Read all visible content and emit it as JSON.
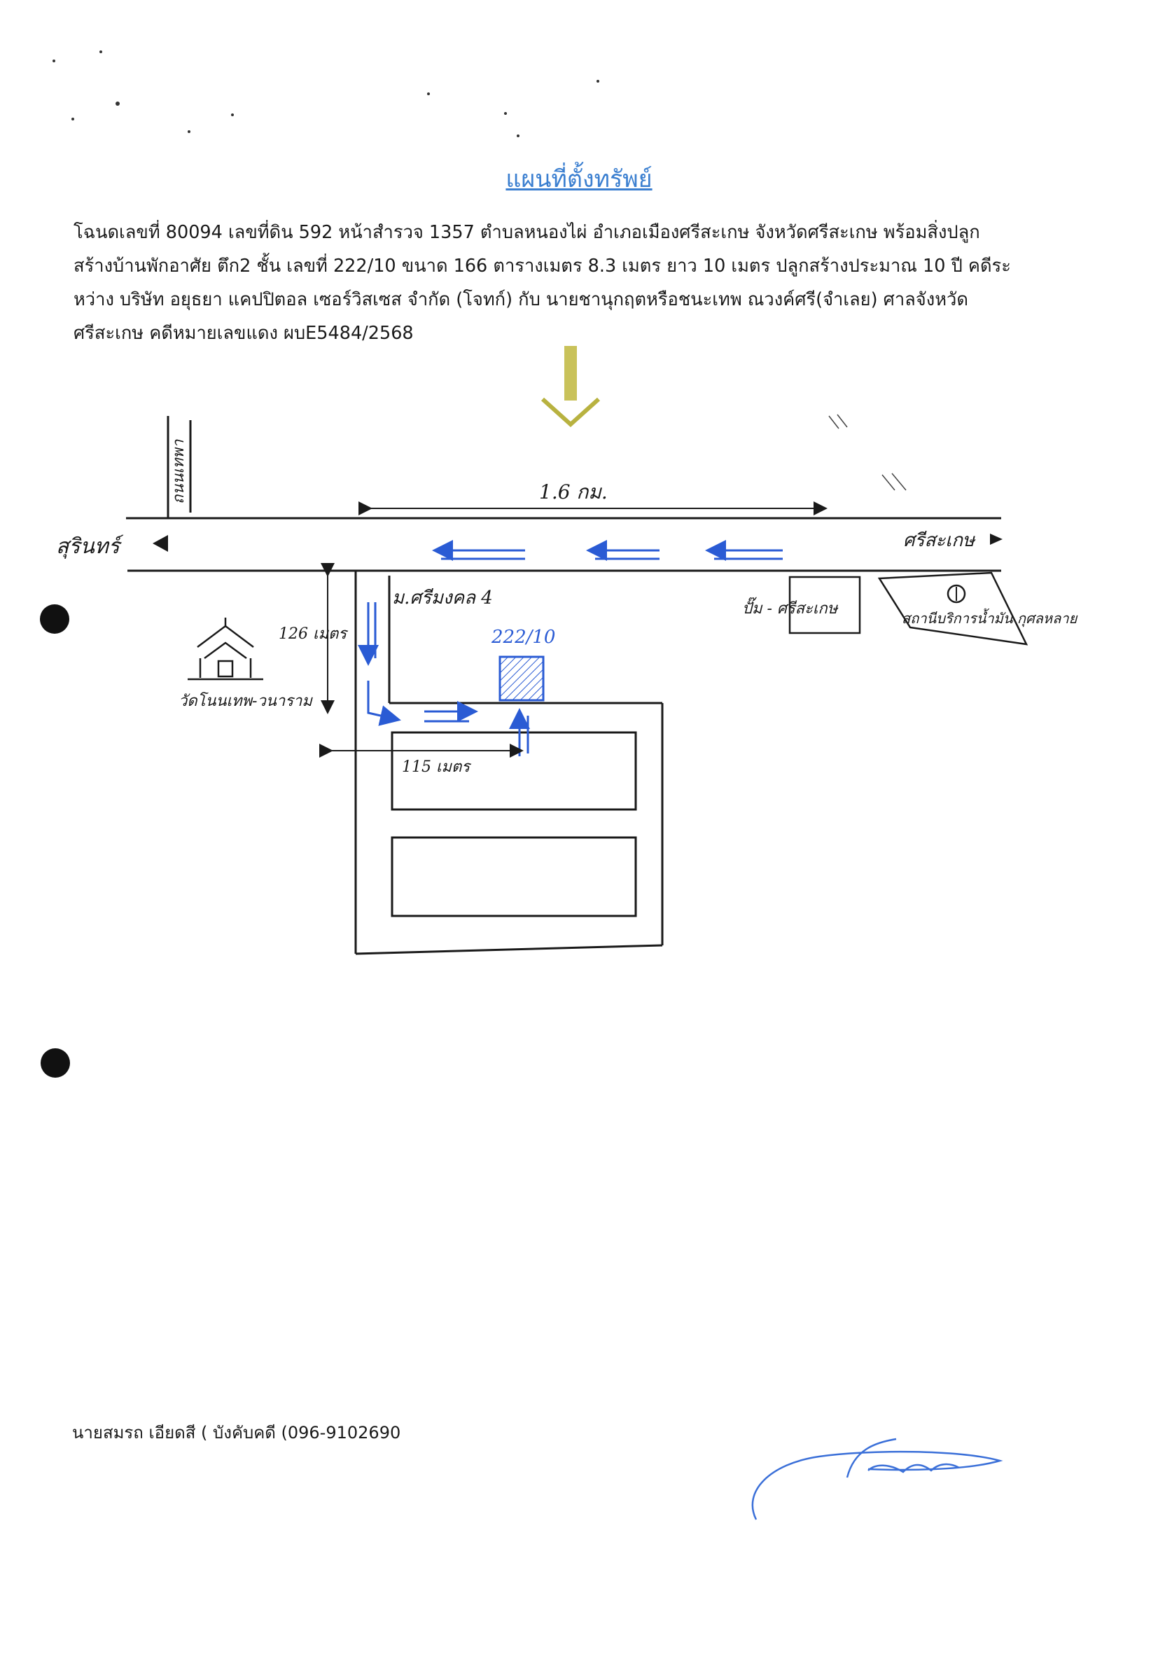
{
  "document": {
    "title": "แผนที่ตั้งทรัพย์",
    "description_lines": [
      "โฉนดเลขที่ 80094 เลขที่ดิน 592 หน้าสำรวจ 1357 ตำบลหนองไผ่ อำเภอเมืองศรีสะเกษ จังหวัดศรีสะเกษ พร้อมสิ่งปลูก",
      "สร้างบ้านพักอาศัย ตึก2 ชั้น เลขที่ 222/10 ขนาด 166 ตารางเมตร 8.3 เมตร ยาว 10 เมตร ปลูกสร้างประมาณ 10 ปี คดีระ",
      "หว่าง บริษัท อยุธยา แคปปิตอล เซอร์วิสเซส จำกัด (โจทก์) กับ นายชานุกฤตหรือชนะเทพ ณวงค์ศรี(จำเลย) ศาลจังหวัด",
      "ศรีสะเกษ คดีหมายเลขแดง ผบE5484/2568"
    ],
    "contact": "นายสมรถ เอียดสี ( บังคับคดี (096-9102690"
  },
  "map": {
    "distance_label": "1.6 กม.",
    "left_destination": "สุรินทร์",
    "right_destination": "ศรีสะเกษ",
    "top_side_road": "ถนนเทพา",
    "soi_name": "ม.ศรีมงคล 4",
    "house_number": "222/10",
    "vertical_distance": "126 เมตร",
    "horizontal_distance": "115 เมตร",
    "temple_label": "วัดโนนเทพ-วนาราม",
    "shop_label": "ปั๊ม - ศรีสะเกษ",
    "gas_station_label": "สถานีบริการน้ำมัน กุศลหลาย"
  },
  "colors": {
    "ink": "#1a1a1a",
    "blue_ink": "#2a5bd4",
    "pointer_arrow": "#b8b240",
    "title": "#3b7fd0"
  },
  "icons": {
    "pointer": "down-arrow-icon",
    "temple": "temple-icon",
    "gas_station": "gas-station-icon",
    "signature": "signature-icon"
  }
}
